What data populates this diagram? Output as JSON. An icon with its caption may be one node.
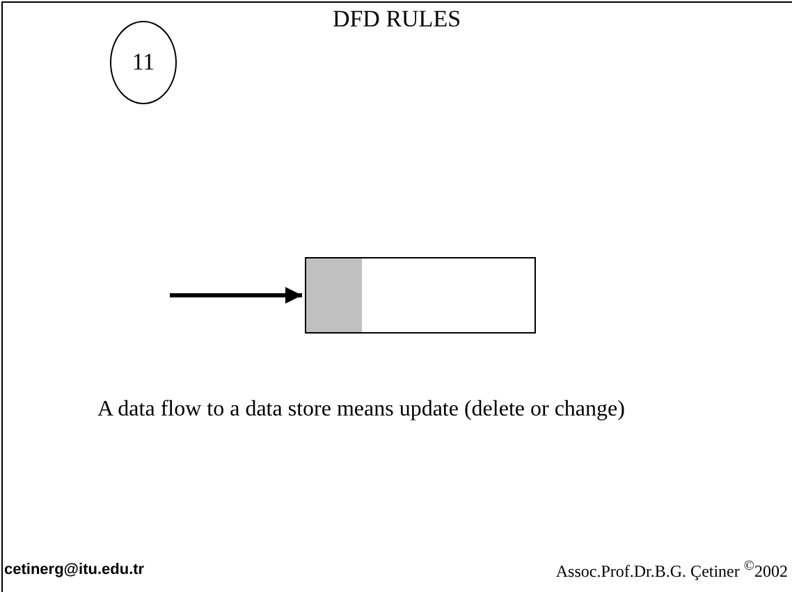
{
  "diagram": {
    "title": "DFD RULES",
    "nodes": [
      {
        "text": [
          "11"
        ]
      },
      {
        "text": [],
        "shape": "box"
      }
    ],
    "edges": [
      {
        "from": null,
        "to": 1,
        "arrow": "to"
      }
    ],
    "labels": [
      "A data flow to a data store means update (delete or change)",
      "cetinerg@itu.edu.tr",
      "Assoc.Prof.Dr.B.G. Çetiner $^{©}$2002"
    ]
  }
}
